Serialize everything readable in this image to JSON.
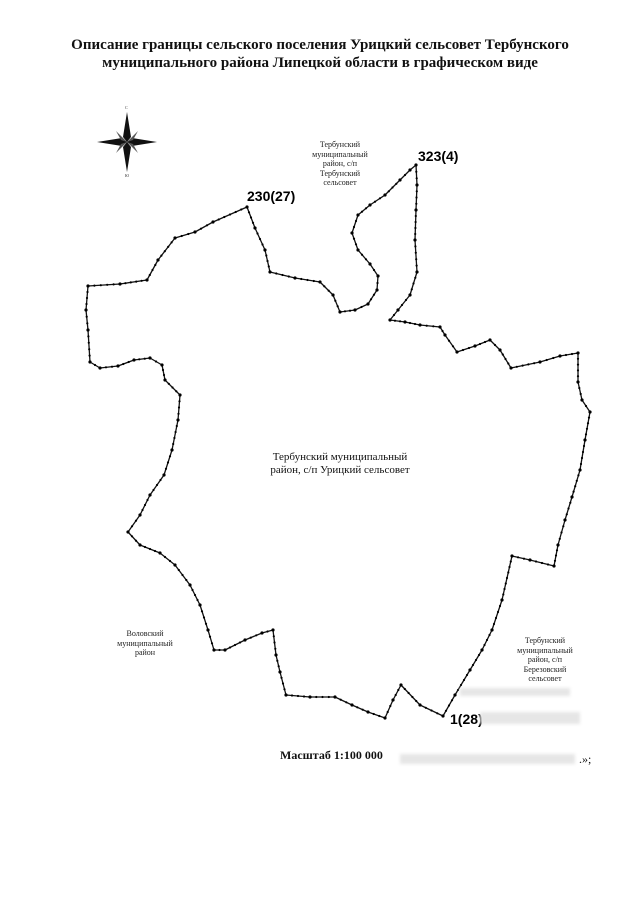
{
  "title": {
    "line1": "Описание границы сельского поселения Урицкий сельсовет Тербунского",
    "line2": "муниципального района Липецкой области в графическом виде"
  },
  "compass": {
    "north": "С",
    "south": "Ю"
  },
  "point_labels": {
    "p230": "230(27)",
    "p323": "323(4)",
    "p1": "1(28)"
  },
  "region_labels": {
    "north": [
      "Тербунский",
      "муниципальный",
      "район, с/п",
      "Тербунский",
      "сельсовет"
    ],
    "center": [
      "Тербунский муниципальный",
      "район, с/п Урицкий сельсовет"
    ],
    "southwest": [
      "Воловский",
      "муниципальный",
      "район"
    ],
    "southeast": [
      "Тербунский",
      "муниципальный",
      "район, с/п",
      "Березовский",
      "сельсовет"
    ]
  },
  "scale": "Масштаб 1:100 000",
  "tail_text": ".»;"
}
